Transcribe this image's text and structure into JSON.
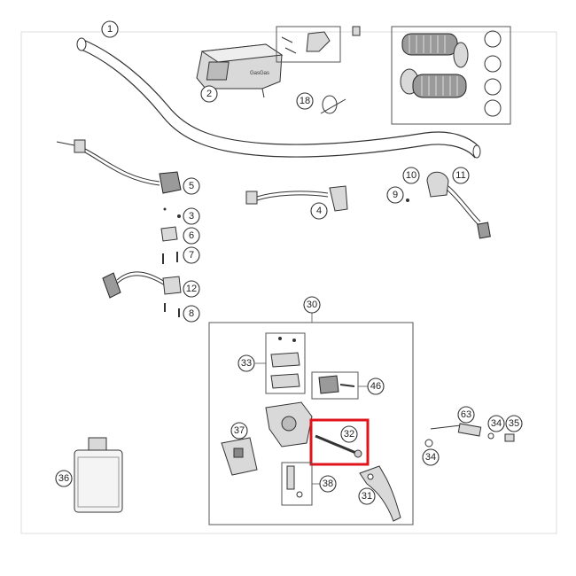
{
  "diagram": {
    "highlight_color": "#e0141c",
    "highlighted_part": "32",
    "callouts": [
      {
        "id": "c1",
        "text": "1"
      },
      {
        "id": "c2",
        "text": "2"
      },
      {
        "id": "c18",
        "text": "18"
      },
      {
        "id": "c5",
        "text": "5"
      },
      {
        "id": "c3",
        "text": "3"
      },
      {
        "id": "c6",
        "text": "6"
      },
      {
        "id": "c7",
        "text": "7"
      },
      {
        "id": "c12",
        "text": "12"
      },
      {
        "id": "c8",
        "text": "8"
      },
      {
        "id": "c4",
        "text": "4"
      },
      {
        "id": "c10",
        "text": "10"
      },
      {
        "id": "c11",
        "text": "11"
      },
      {
        "id": "c9",
        "text": "9"
      },
      {
        "id": "c30",
        "text": "30"
      },
      {
        "id": "c33",
        "text": "33"
      },
      {
        "id": "c46",
        "text": "46"
      },
      {
        "id": "c37",
        "text": "37"
      },
      {
        "id": "c32",
        "text": "32"
      },
      {
        "id": "c38",
        "text": "38"
      },
      {
        "id": "c31",
        "text": "31"
      },
      {
        "id": "c36",
        "text": "36"
      },
      {
        "id": "c63",
        "text": "63"
      },
      {
        "id": "c34a",
        "text": "34"
      },
      {
        "id": "c35",
        "text": "35"
      },
      {
        "id": "c34b",
        "text": "34"
      }
    ]
  }
}
